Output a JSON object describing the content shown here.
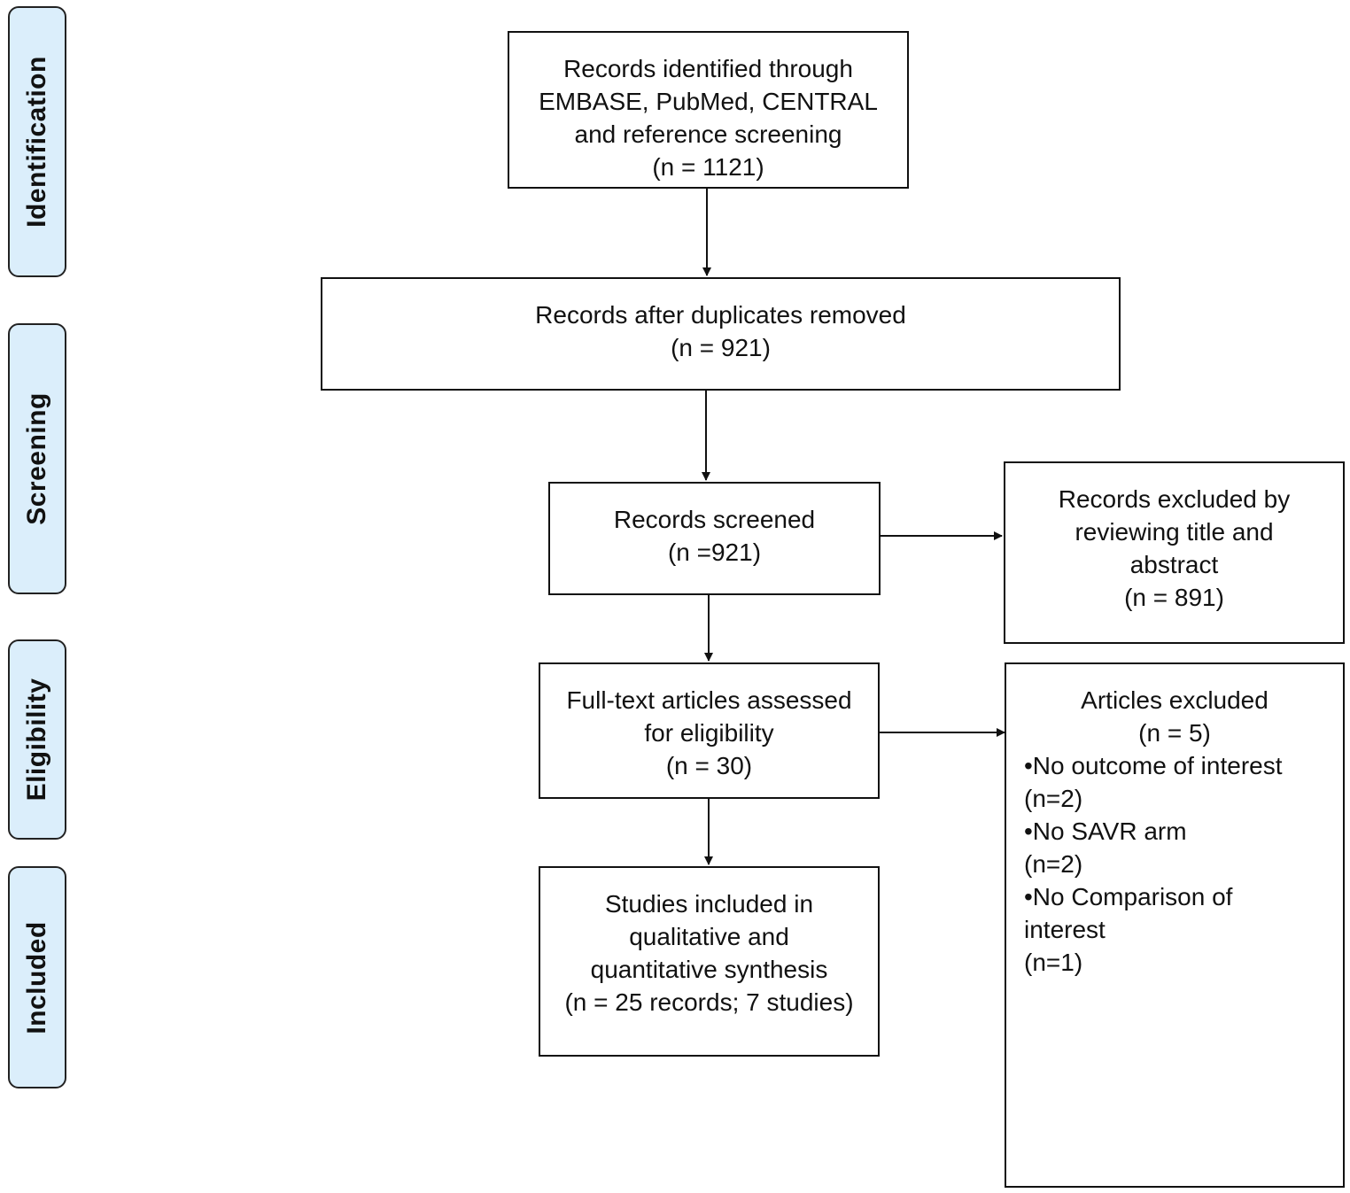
{
  "stages": [
    "Identification",
    "Screening",
    "Eligibility",
    "Included"
  ],
  "boxes": {
    "identified": {
      "lines": [
        "Records identified through",
        "EMBASE, PubMed, CENTRAL",
        "and reference screening",
        "(n = 1121)"
      ]
    },
    "duplicates_removed": {
      "lines": [
        "Records after duplicates removed",
        "(n = 921)"
      ]
    },
    "screened": {
      "lines": [
        "Records screened",
        "(n =921)"
      ]
    },
    "excluded_title_abstract": {
      "lines": [
        "Records excluded by",
        "reviewing title and",
        "abstract",
        "(n = 891)"
      ]
    },
    "full_text": {
      "lines": [
        "Full-text articles assessed",
        "for eligibility",
        "(n = 30)"
      ]
    },
    "articles_excluded": {
      "title": "Articles excluded",
      "count": "(n = 5)",
      "lines": [
        "•No outcome of interest",
        "(n=2)",
        "•No SAVR arm",
        "(n=2)",
        "•No Comparison of",
        "interest",
        "(n=1)"
      ]
    },
    "included": {
      "lines": [
        "Studies included in",
        "qualitative and",
        "quantitative synthesis",
        "(n = 25 records; 7 studies)"
      ]
    }
  }
}
